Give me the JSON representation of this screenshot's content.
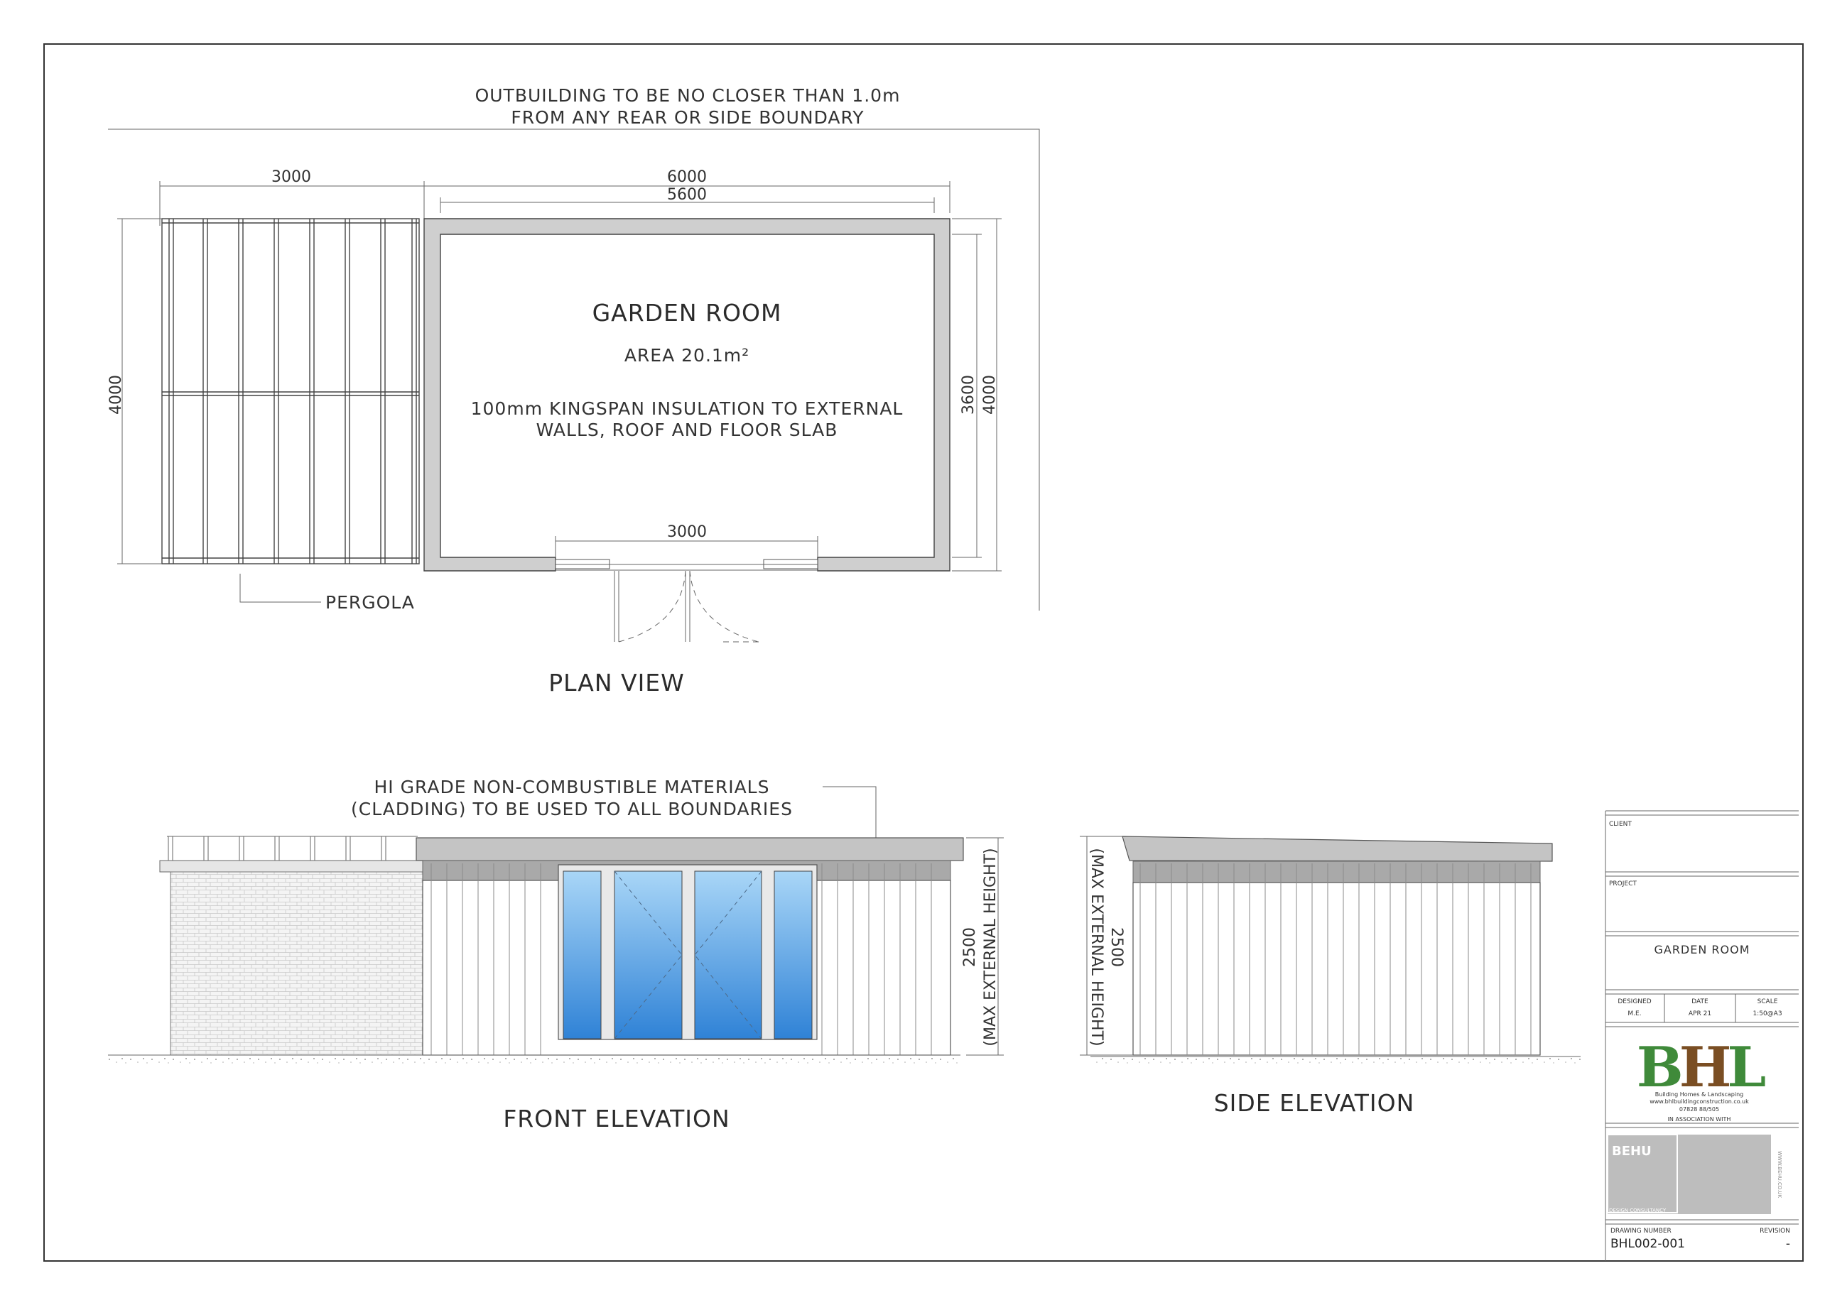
{
  "notes": {
    "boundary_line1": "OUTBUILDING TO BE NO CLOSER THAN 1.0m",
    "boundary_line2": "FROM ANY REAR OR SIDE BOUNDARY",
    "cladding_line1": "HI GRADE NON-COMBUSTIBLE MATERIALS",
    "cladding_line2": "(CLADDING) TO BE USED TO ALL BOUNDARIES",
    "pergola": "PERGOLA"
  },
  "plan": {
    "room_title": "GARDEN ROOM",
    "area": "AREA 20.1m²",
    "insulation_line1": "100mm KINGSPAN INSULATION TO EXTERNAL",
    "insulation_line2": "WALLS, ROOF AND FLOOR SLAB",
    "heading": "PLAN VIEW",
    "dims": {
      "pergola_width": "3000",
      "overall_width": "6000",
      "internal_width": "5600",
      "overall_depth_left": "4000",
      "internal_depth": "3600",
      "overall_depth_right": "4000",
      "door_width": "3000"
    }
  },
  "front_elevation": {
    "heading": "FRONT ELEVATION",
    "height_value": "2500",
    "height_note": "(MAX EXTERNAL HEIGHT)"
  },
  "side_elevation": {
    "heading": "SIDE ELEVATION",
    "height_value": "2500",
    "height_note": "(MAX EXTERNAL HEIGHT)"
  },
  "title_block": {
    "client_label": "CLIENT",
    "project_label": "PROJECT",
    "project_name": "GARDEN ROOM",
    "designed_label": "DESIGNED",
    "designed_value": "M.E.",
    "date_label": "DATE",
    "date_value": "APR 21",
    "scale_label": "SCALE",
    "scale_value": "1:50@A3",
    "logo_text": "BHL",
    "company_name": "Building Homes & Landscaping",
    "company_web": "www.bhlbuildingconstruction.co.uk",
    "company_phone": "07828 88/505",
    "association_label": "IN ASSOCIATION WITH",
    "partner_logo": "BEHU",
    "partner_sub": "DESIGN CONSULTANCY",
    "partner_side": "WWW.BEHU.CO.UK",
    "drawing_number_label": "DRAWING NUMBER",
    "drawing_number": "BHL002-001",
    "revision_label": "REVISION",
    "revision": "-"
  },
  "colors": {
    "wall_grey": "#cfcfcf",
    "roof_grey": "#c4c4c4",
    "glass_blue": "#5aa7e6",
    "logo_green": "#3f8a3a",
    "logo_brown": "#7a4e23",
    "partner_grey": "#bdbdbd"
  }
}
